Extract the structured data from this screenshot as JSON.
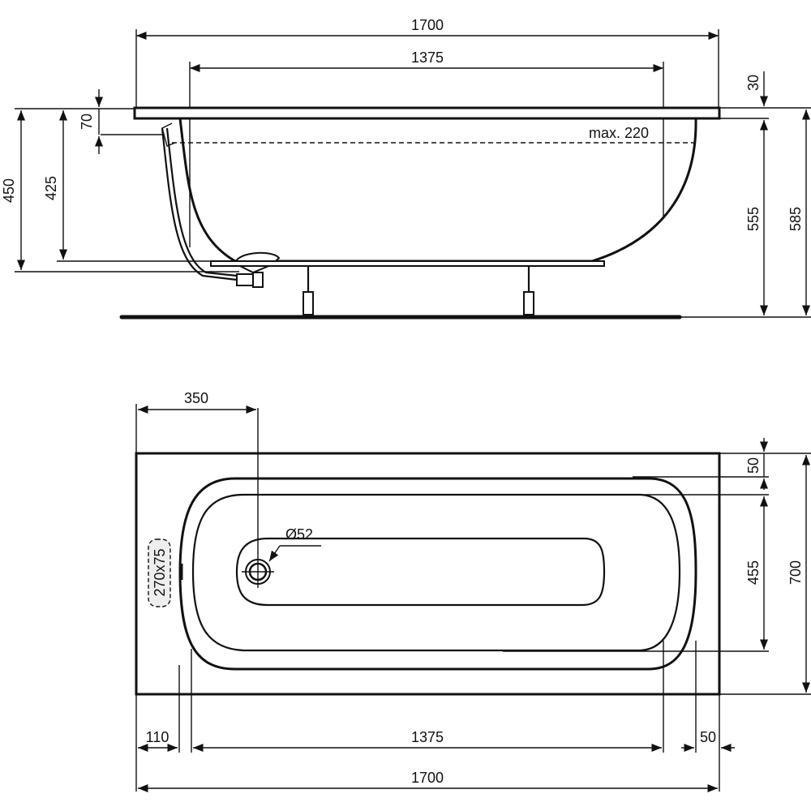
{
  "drawing": {
    "title": "Bathtub technical drawing",
    "side_view": {
      "overall_length": "1700",
      "inner_length": "1375",
      "rim_thickness": "30",
      "overflow_offset": "70",
      "max_water": "max. 220",
      "height_450": "450",
      "height_425": "425",
      "height_555": "555",
      "height_585": "585"
    },
    "top_view": {
      "drain_offset": "350",
      "drain_diameter": "Ø52",
      "waste_cutout": "270x75",
      "rim_top": "50",
      "inner_width": "455",
      "overall_width": "700",
      "left_margin": "110",
      "inner_length": "1375",
      "right_margin": "50",
      "overall_length": "1700"
    }
  }
}
